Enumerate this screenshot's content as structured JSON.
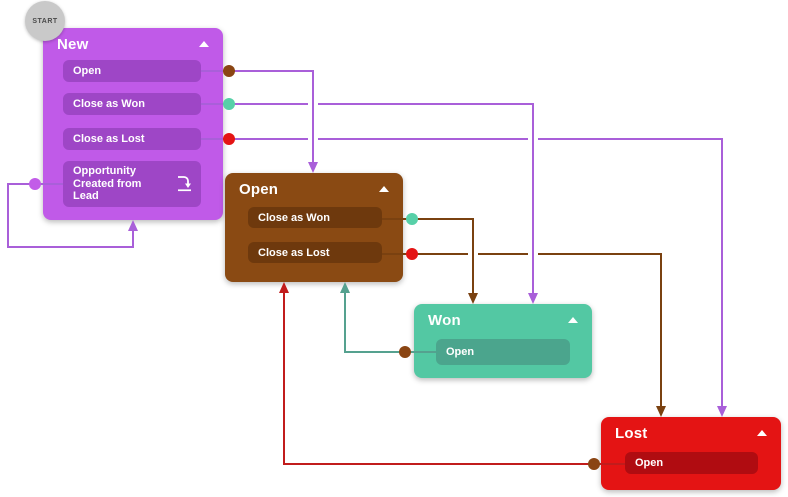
{
  "workflow": {
    "start": {
      "label": "START"
    },
    "states": [
      {
        "name": "New",
        "color": "#c05ae8",
        "button_color": "#9e46c6",
        "collapse_icon": "chevron-up-icon",
        "transitions": [
          {
            "label": "Open",
            "target": "Open",
            "dot_color": "#8a4513"
          },
          {
            "label": "Close as Won",
            "target": "Won",
            "dot_color": "#57d0a8"
          },
          {
            "label": "Close as Lost",
            "target": "Lost",
            "dot_color": "#e41414"
          },
          {
            "label": "Opportunity Created from Lead",
            "target": "New",
            "dot_color": "#c25ce8",
            "icon": "import-arrow-icon"
          }
        ]
      },
      {
        "name": "Open",
        "color": "#8a4a13",
        "button_color": "#6e390d",
        "collapse_icon": "chevron-up-icon",
        "transitions": [
          {
            "label": "Close as Won",
            "target": "Won",
            "dot_color": "#57d0a8"
          },
          {
            "label": "Close as Lost",
            "target": "Lost",
            "dot_color": "#e41414"
          }
        ]
      },
      {
        "name": "Won",
        "color": "#53c8a3",
        "button_color": "#4ba58d",
        "collapse_icon": "chevron-up-icon",
        "transitions": [
          {
            "label": "Open",
            "target": "Open",
            "dot_color": "#8a4513"
          }
        ]
      },
      {
        "name": "Lost",
        "color": "#e41414",
        "button_color": "#b00c11",
        "collapse_icon": "chevron-up-icon",
        "transitions": [
          {
            "label": "Open",
            "target": "Open",
            "dot_color": "#8a4513"
          }
        ]
      }
    ],
    "connections": [
      {
        "from_state": "New",
        "via": "Open",
        "to_state": "Open",
        "line_color": "#a95fd9",
        "dot_color": "#8a4513"
      },
      {
        "from_state": "New",
        "via": "Close as Won",
        "to_state": "Won",
        "line_color": "#a95fd9",
        "dot_color": "#57d0a8"
      },
      {
        "from_state": "New",
        "via": "Close as Lost",
        "to_state": "Lost",
        "line_color": "#a95fd9",
        "dot_color": "#e41414"
      },
      {
        "from_state": "New",
        "via": "Opportunity Created from Lead",
        "to_state": "New",
        "line_color": "#a95fd9",
        "dot_color": "#c25ce8"
      },
      {
        "from_state": "Open",
        "via": "Close as Won",
        "to_state": "Won",
        "line_color": "#7a4110",
        "dot_color": "#57d0a8"
      },
      {
        "from_state": "Open",
        "via": "Close as Lost",
        "to_state": "Lost",
        "line_color": "#7a4110",
        "dot_color": "#e41414"
      },
      {
        "from_state": "Won",
        "via": "Open",
        "to_state": "Open",
        "line_color": "#55a18f",
        "dot_color": "#8a4513"
      },
      {
        "from_state": "Lost",
        "via": "Open",
        "to_state": "Open",
        "line_color": "#c11c1c",
        "dot_color": "#8a4513"
      }
    ]
  }
}
